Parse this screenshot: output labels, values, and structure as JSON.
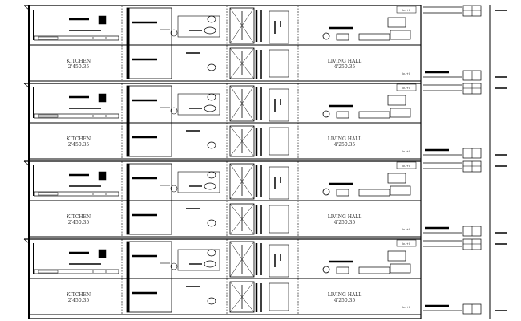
{
  "drawing": {
    "line_color": "#000000",
    "background": "#ffffff",
    "floors": [
      {
        "kitchen": {
          "name": "KITCHEN",
          "size": "2'450.35"
        },
        "living": {
          "name": "LIVING HALL",
          "size": "4'250.35"
        },
        "level_top": "lv. +0",
        "level_bottom": "lv. +0"
      },
      {
        "kitchen": {
          "name": "KITCHEN",
          "size": "2'450.35"
        },
        "living": {
          "name": "LIVING HALL",
          "size": "4'250.35"
        },
        "level_top": "lv. +0",
        "level_bottom": "lv. +0"
      },
      {
        "kitchen": {
          "name": "KITCHEN",
          "size": "2'450.35"
        },
        "living": {
          "name": "LIVING HALL",
          "size": "4'250.35"
        },
        "level_top": "lv. +0",
        "level_bottom": "lv. +0"
      },
      {
        "kitchen": {
          "name": "KITCHEN",
          "size": "2'450.35"
        },
        "living": {
          "name": "LIVING HALL",
          "size": "4'250.35"
        },
        "level_top": "lv. +0",
        "level_bottom": "lv. +0"
      }
    ]
  }
}
